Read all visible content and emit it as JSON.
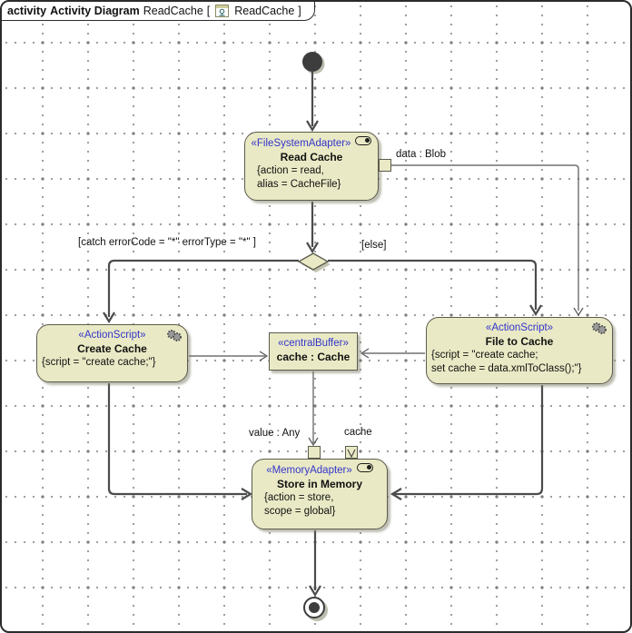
{
  "header": {
    "keyword": "activity",
    "diagram_type": "Activity Diagram",
    "name": "ReadCache",
    "bracket_open": "[",
    "frame_name": "ReadCache",
    "bracket_close": "]"
  },
  "colors": {
    "node_fill": "#e9e9c5",
    "node_border": "#5b5b4d",
    "stereotype_blue": "#3434cb",
    "edge": "#4c4c4c",
    "grid_dot": "#9a9a9a"
  },
  "nodes": {
    "read_cache": {
      "stereotype": "«FileSystemAdapter»",
      "title": "Read Cache",
      "body": [
        "{action = read,",
        "alias = CacheFile}"
      ]
    },
    "create_cache": {
      "stereotype": "«ActionScript»",
      "title": "Create Cache",
      "body": [
        "{script = \"create cache;\"}"
      ]
    },
    "file_to_cache": {
      "stereotype": "«ActionScript»",
      "title": "File to Cache",
      "body": [
        "{script = \"create cache;",
        "set cache = data.xmlToClass();\"}"
      ]
    },
    "central_buffer": {
      "stereotype": "«centralBuffer»",
      "title": "cache : Cache"
    },
    "store_in_memory": {
      "stereotype": "«MemoryAdapter»",
      "title": "Store in Memory",
      "body": [
        "{action = store,",
        "scope = global}"
      ]
    }
  },
  "labels": {
    "guard_catch": "[catch errorCode = \"*\" errorType = \"*\" ]",
    "guard_else": "[else]",
    "pin_data": "data : Blob",
    "pin_value": "value : Any",
    "pin_cache": "cache"
  }
}
